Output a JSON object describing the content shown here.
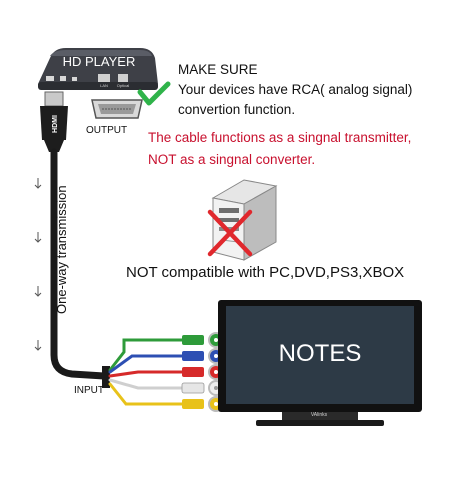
{
  "player": {
    "label": "HD PLAYER",
    "ports": [
      "LAN",
      "Optical"
    ]
  },
  "hdmi_label": "HDMI",
  "output_label": "OUTPUT",
  "input_label": "INPUT",
  "transmission_label": "One-way transmission",
  "notice": {
    "heading": "MAKE SURE",
    "line1": "Your devices have RCA( analog signal)",
    "line2": "convertion function."
  },
  "warning": {
    "line1": "The cable functions as a singnal transmitter,",
    "line2": "NOT as a singnal converter."
  },
  "incompatible": "NOT compatible with PC,DVD,PS3,XBOX",
  "tv": {
    "screen_text": "NOTES",
    "brand": "VAlinks"
  },
  "colors": {
    "check": "#2fb34a",
    "cross": "#e0282d",
    "warning_text": "#c8102e",
    "cable_green": "#2e9b3a",
    "cable_blue": "#2d4fb3",
    "cable_red": "#d62a2a",
    "cable_white": "#d9d9d9",
    "cable_yellow": "#e8c21a"
  }
}
